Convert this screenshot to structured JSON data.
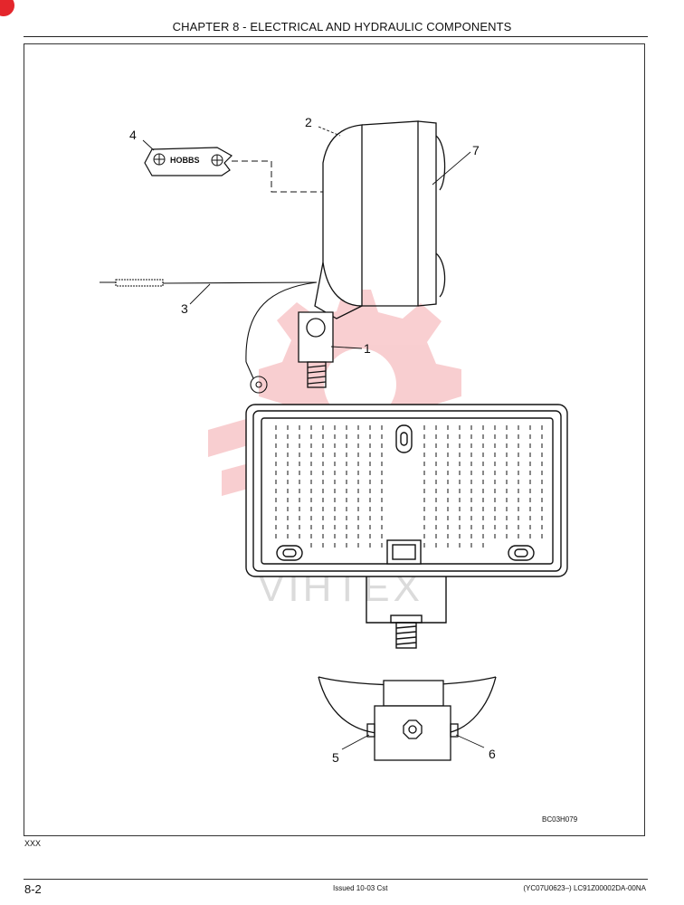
{
  "header": {
    "title": "CHAPTER 8 - ELECTRICAL AND HYDRAULIC COMPONENTS"
  },
  "figure": {
    "callouts": {
      "c1": "1",
      "c2": "2",
      "c3": "3",
      "c4": "4",
      "c5": "5",
      "c6": "6",
      "c7": "7"
    },
    "hobbs_label": "HOBBS",
    "figure_id": "BC03H079",
    "watermark": "VIHTEX"
  },
  "footer": {
    "code": "XXX",
    "page_number": "8-2",
    "issued": "Issued 10-03   Cst",
    "doc_ref": "(YC07U0623–)   LC91Z00002DA-00NA"
  },
  "colors": {
    "watermark": "#e4262c",
    "ink": "#111111"
  }
}
